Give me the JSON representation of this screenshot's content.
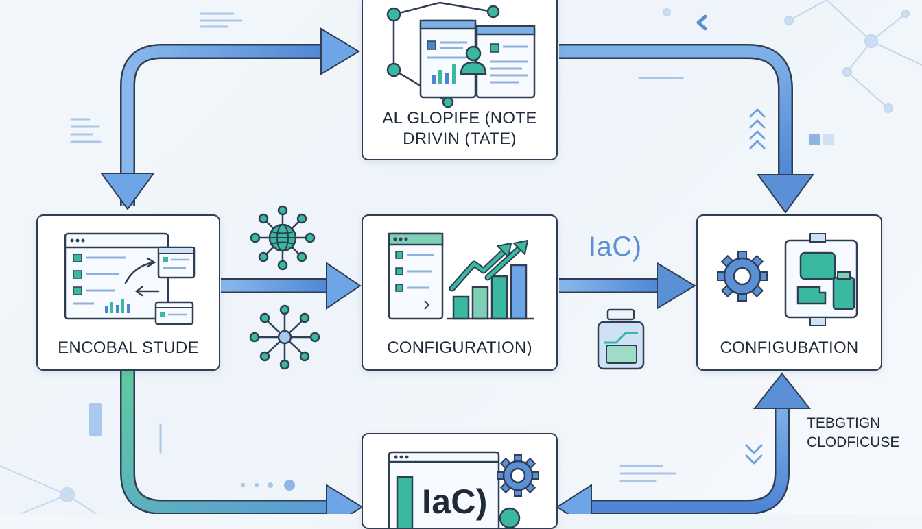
{
  "nodes": {
    "top": {
      "line1": "AL GLOPIFE (NOTE",
      "line2": "DRIVIN (TATE)"
    },
    "left": {
      "label": "ENCOBAL STUDE"
    },
    "center": {
      "label": "CONFIGURATION)"
    },
    "right": {
      "label": "CONFIGUBATION"
    },
    "bottom": {
      "label": "IaC)"
    }
  },
  "edge_labels": {
    "iac": "IaC)"
  },
  "side_note": {
    "line1": "TEBGTIGN",
    "line2": "CLODFICUSE"
  },
  "colors": {
    "border": "#2f3e52",
    "blue_arrow": "#5b8fd6",
    "green_arrow": "#5cc29a",
    "teal_icon": "#3ab8a0",
    "blue_icon": "#4a86cf"
  }
}
